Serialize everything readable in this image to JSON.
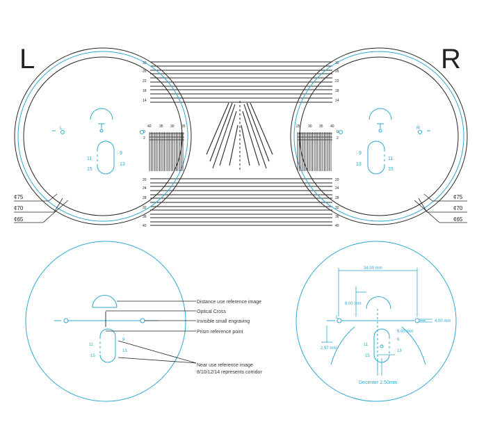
{
  "side_labels": {
    "left": "L",
    "right": "R"
  },
  "scale_ticks": {
    "upper": [
      "30",
      "26",
      "22",
      "18",
      "14"
    ],
    "lower": [
      "20",
      "24",
      "28",
      "32",
      "36",
      "40"
    ],
    "vertical": [
      "40",
      "35",
      "30",
      "25"
    ],
    "small": [
      "0",
      "2"
    ]
  },
  "diameters": [
    "¢75",
    "¢70",
    "¢65"
  ],
  "lens_marks": {
    "L": "L",
    "R": "R",
    "near_left": [
      "11",
      "15"
    ],
    "near_right": [
      "9",
      "13"
    ]
  },
  "callouts": {
    "distance": "Distance use reference image",
    "optical": "Optical Cross",
    "engraving": "Invisible small engraving",
    "prism": "Prism reference point",
    "near_1": "Near use reference image",
    "near_2": "8/10/12/14 represents corridor"
  },
  "dimensions": {
    "width": "34.00 mm",
    "height": "8.00 mm",
    "side": "4.00 mm",
    "offset": "2.97 mm",
    "drop": "9.00 mm",
    "decenter": "Decenter 2.50mm"
  },
  "colors": {
    "cyan": "#2aa9cf",
    "ink": "#222222"
  }
}
